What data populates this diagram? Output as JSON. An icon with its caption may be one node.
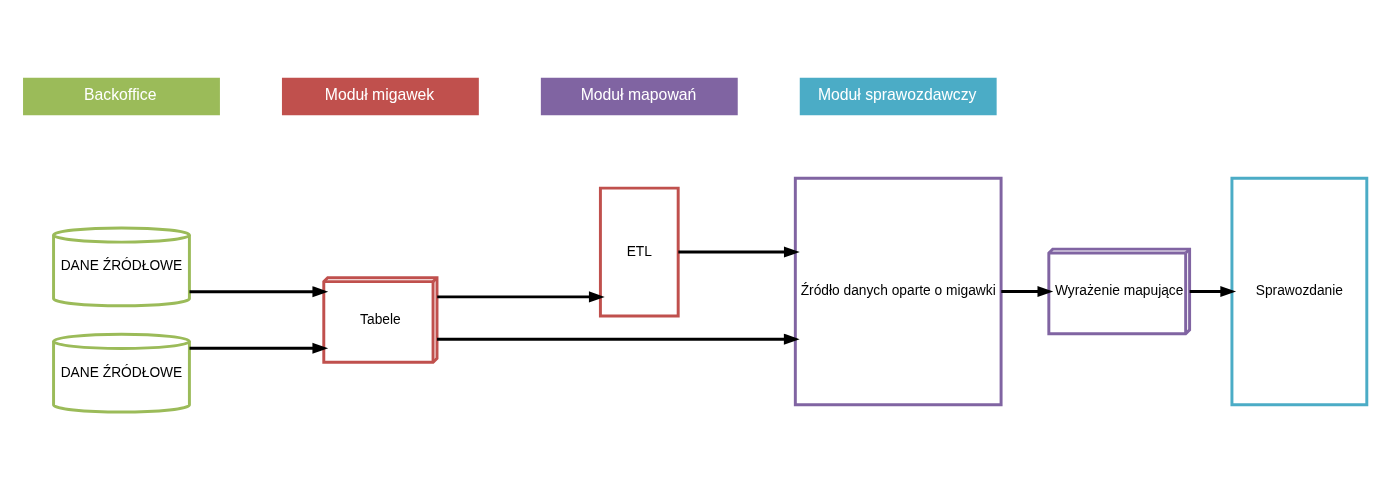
{
  "diagram": {
    "nodes": [
      {
        "text": [
          "DANE ŹRÓDŁOWE"
        ]
      },
      {
        "text": [
          "DANE ŹRÓDŁOWE"
        ]
      },
      {
        "text": [
          "Tabele"
        ]
      },
      {
        "text": [
          "ETL"
        ]
      },
      {
        "text": [
          "Źródło danych oparte o migawki"
        ]
      },
      {
        "text": [
          "Wyrażenie mapujące"
        ]
      },
      {
        "text": [
          "Sprawozdanie"
        ]
      }
    ],
    "edges": [
      {
        "from": 0,
        "to": 2,
        "arrow": "to"
      },
      {
        "from": 1,
        "to": 2,
        "arrow": "to"
      },
      {
        "from": 2,
        "to": 3,
        "arrow": "to"
      },
      {
        "from": 2,
        "to": 4,
        "arrow": "to"
      },
      {
        "from": 3,
        "to": 4,
        "arrow": "to"
      },
      {
        "from": 4,
        "to": 5,
        "arrow": "to"
      },
      {
        "from": 5,
        "to": 6,
        "arrow": "to"
      }
    ],
    "legend": [
      {
        "text": "Backoffice",
        "color": "#9bbb59"
      },
      {
        "text": "Moduł migawek",
        "color": "#c0504d"
      },
      {
        "text": "Moduł mapowań",
        "color": "#8064a2"
      },
      {
        "text": "Moduł sprawozdawczy",
        "color": "#4bacc6"
      }
    ]
  }
}
